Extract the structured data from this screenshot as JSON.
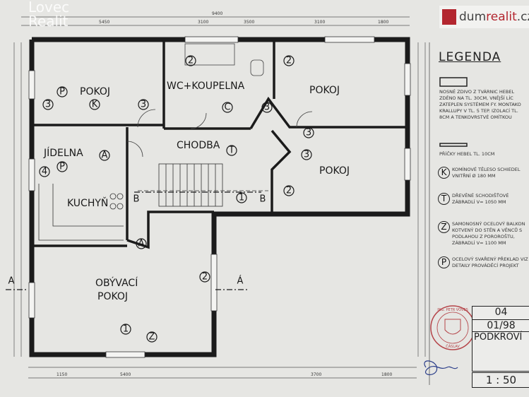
{
  "logos": {
    "left": {
      "line1": "Lovec",
      "line2": "Realit"
    },
    "right": {
      "prefix": "dum",
      "brand": "realit",
      "suffix": ".cz",
      "color": "#b3262f"
    }
  },
  "rooms": {
    "pokoj_nw": "POKOJ",
    "wc_koupelna": "WC+KOUPELNA",
    "pokoj_ne": "POKOJ",
    "jidelna": "JÍDELNA",
    "chodba": "CHODBA",
    "pokoj_e": "POKOJ",
    "kuchyn": "KUCHYŇ",
    "obyvaci_1": "OBÝVACÍ",
    "obyvaci_2": "POKOJ"
  },
  "markers": {
    "P": "P",
    "K": "K",
    "T": "T",
    "Z": "Z",
    "A": "A",
    "B": "B",
    "C": "C",
    "n1": "1",
    "n2": "2",
    "n3": "3",
    "n4": "4",
    "section_a_left": "A",
    "section_a_right": "Á",
    "section_b_left": "B",
    "section_b_right": "B"
  },
  "dimensions": {
    "top": [
      "5450",
      "3100",
      "3500",
      "3100",
      "1800"
    ],
    "top_overall": "9400",
    "bottom": [
      "1150",
      "5400",
      "3700",
      "1800"
    ]
  },
  "legend": {
    "title": "LEGENDA",
    "items": [
      {
        "symbol": "",
        "text": "Nosné zdivo z tvárnic Hebel zděno na tl. 30cm, vnější líc zateplen systémem fy. Montako Krallupy v tl. 5 tep. izolací tl. 8cm a tenkovrstvé omítkou"
      },
      {
        "symbol": "",
        "text": "Příčky Hebel tl. 10cm"
      },
      {
        "symbol": "K",
        "text": "Komínové těleso Schiedel vnitřní ø 180 mm"
      },
      {
        "symbol": "T",
        "text": "Dřevěné schodišťové zábradlí v= 1050 mm"
      },
      {
        "symbol": "Z",
        "text": "Samonosný ocelový balkon kotvený do stěn a věnců s podlahou z pororoštu, zábradlí v= 1100 mm"
      },
      {
        "symbol": "P",
        "text": "Ocelový svařený překlad viz detaily prováděcí projekt"
      }
    ]
  },
  "title_block": {
    "number": "04",
    "date": "01/98",
    "name": "PODKROVÍ",
    "scale": "1 : 50"
  },
  "stamp": {
    "top": "ING. PETR VOVES",
    "bottom": "ČÁSLAV",
    "color": "#b5454a"
  }
}
